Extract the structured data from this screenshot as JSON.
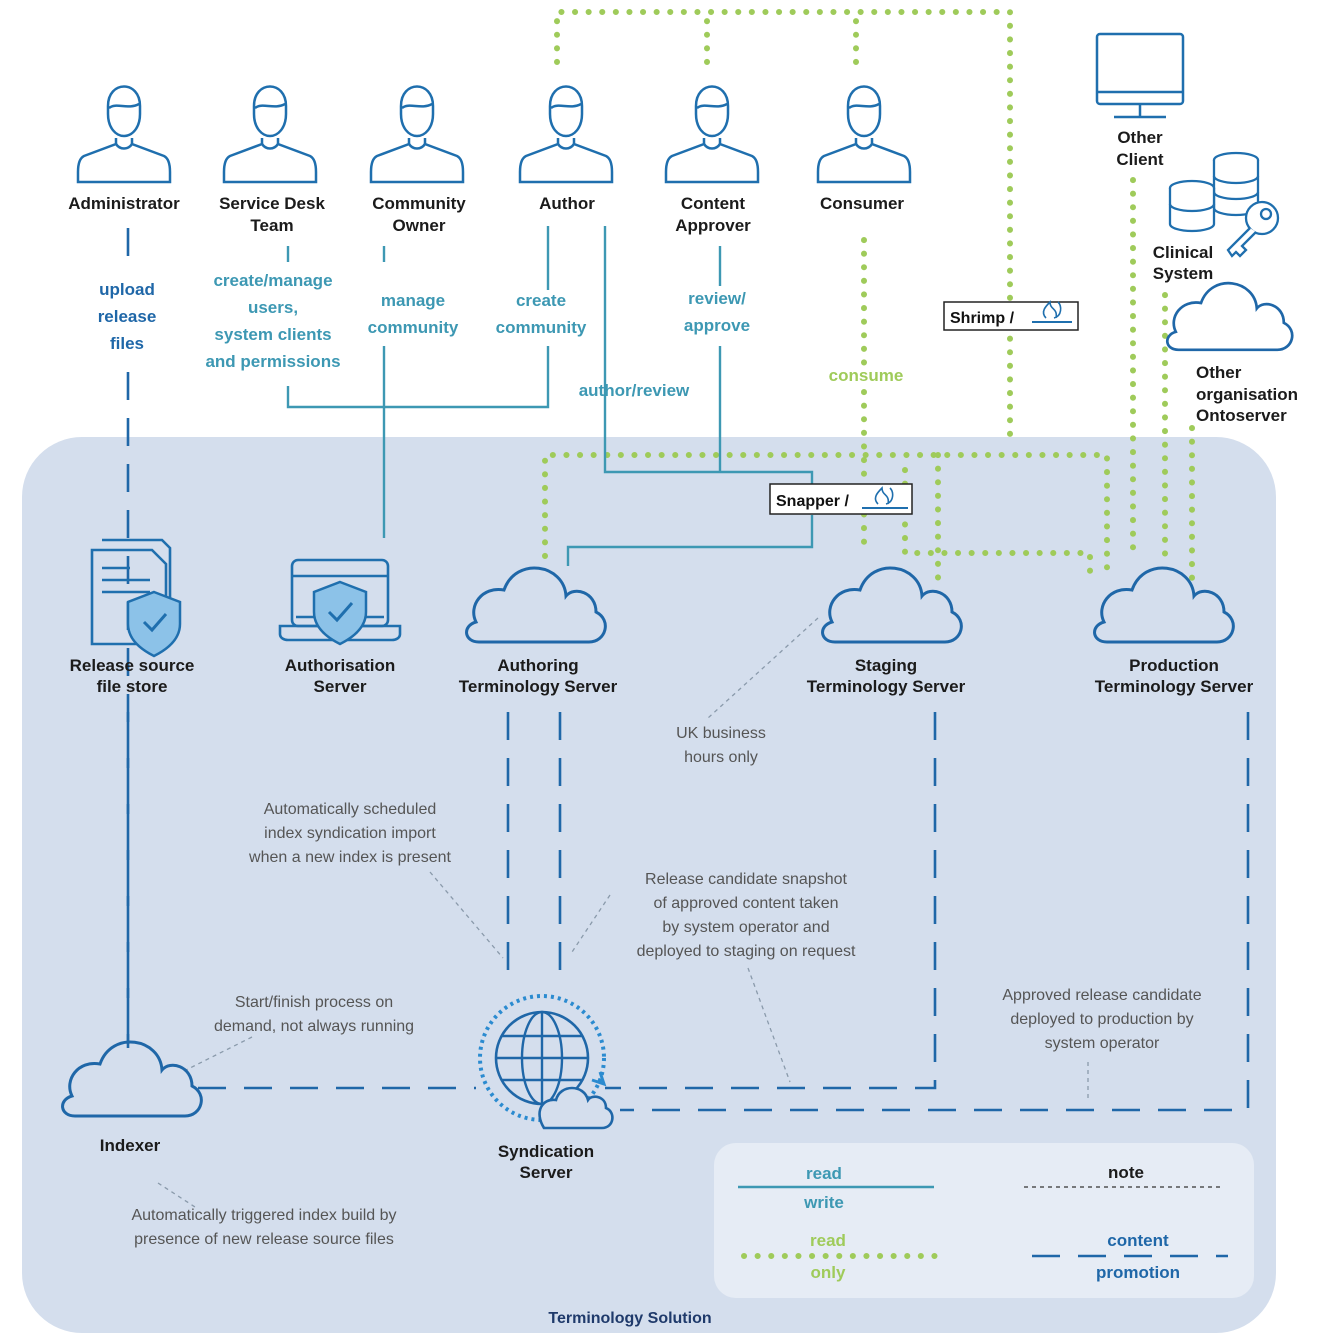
{
  "roles": {
    "administrator": "Administrator",
    "service_desk_1": "Service Desk",
    "service_desk_2": "Team",
    "community_owner_1": "Community",
    "community_owner_2": "Owner",
    "author": "Author",
    "content_approver_1": "Content",
    "content_approver_2": "Approver",
    "consumer": "Consumer",
    "other_client_1": "Other",
    "other_client_2": "Client",
    "clinical_system_1": "Clinical",
    "clinical_system_2": "System",
    "other_org_1": "Other",
    "other_org_2": "organisation",
    "other_org_3": "Ontoserver"
  },
  "actions": {
    "upload_1": "upload",
    "upload_2": "release",
    "upload_3": "files",
    "create_manage_1": "create/manage",
    "create_manage_2": "users,",
    "create_manage_3": "system clients",
    "create_manage_4": "and permissions",
    "manage_comm_1": "manage",
    "manage_comm_2": "community",
    "create_comm_1": "create",
    "create_comm_2": "community",
    "review_1": "review/",
    "review_2": "approve",
    "author_review": "author/review",
    "consume": "consume"
  },
  "tags": {
    "shrimp": "Shrimp /",
    "snapper": "Snapper /"
  },
  "servers": {
    "release_store_1": "Release source",
    "release_store_2": "file store",
    "auth_1": "Authorisation",
    "auth_2": "Server",
    "authoring_1": "Authoring",
    "authoring_2": "Terminology Server",
    "staging_1": "Staging",
    "staging_2": "Terminology Server",
    "production_1": "Production",
    "production_2": "Terminology Server",
    "indexer": "Indexer",
    "syndication_1": "Syndication",
    "syndication_2": "Server"
  },
  "notes": {
    "uk_1": "UK business",
    "uk_2": "hours only",
    "sched_1": "Automatically scheduled",
    "sched_2": "index syndication import",
    "sched_3": "when a new index is present",
    "release_1": "Release candidate snapshot",
    "release_2": "of approved content taken",
    "release_3": "by system operator and",
    "release_4": "deployed to staging on request",
    "start_1": "Start/finish process on",
    "start_2": "demand, not always running",
    "approved_1": "Approved release candidate",
    "approved_2": "deployed to production by",
    "approved_3": "system operator",
    "trig_1": "Automatically triggered index build by",
    "trig_2": "presence of new release source files"
  },
  "legend": {
    "read": "read",
    "write": "write",
    "note": "note",
    "read2": "read",
    "only": "only",
    "content": "content",
    "promotion": "promotion"
  },
  "solution_label": "Terminology Solution",
  "colors": {
    "panel": "#d4deed",
    "teal": "#3d98b3",
    "green": "#9fcb5a",
    "blue": "#1f67a8",
    "icon": "#1f6fae"
  }
}
